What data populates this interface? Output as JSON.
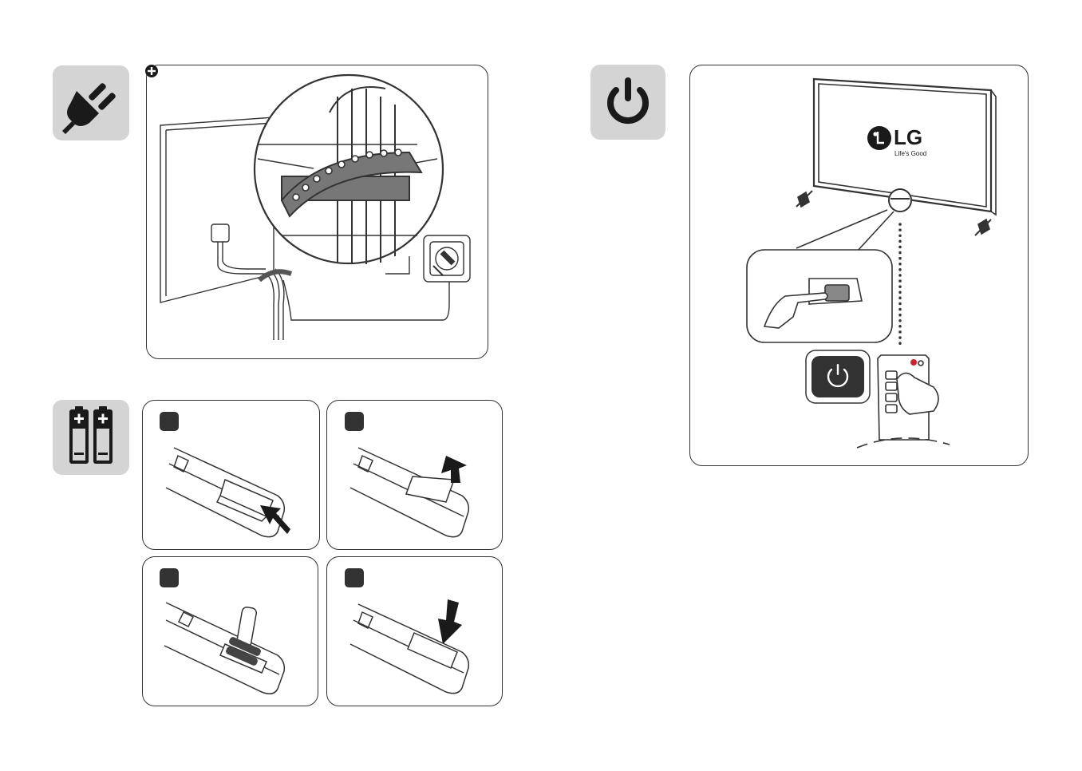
{
  "page": {
    "background": "#ffffff",
    "tile_color": "#d4d4d4",
    "line_color": "#333333",
    "accent_red": "#d21f2b"
  },
  "sections": {
    "power_connection": {
      "icon": "power-plug-icon",
      "detail_marker": "plus-circle-icon"
    },
    "batteries": {
      "icon": "batteries-icon",
      "steps": [
        {
          "id": 1,
          "marker": "step-marker"
        },
        {
          "id": 2,
          "marker": "step-marker"
        },
        {
          "id": 3,
          "marker": "step-marker"
        },
        {
          "id": 4,
          "marker": "step-marker"
        }
      ]
    },
    "power_on": {
      "icon": "power-button-icon",
      "brand": {
        "logo_text": "LG",
        "slogan": "Life's Good"
      }
    }
  }
}
